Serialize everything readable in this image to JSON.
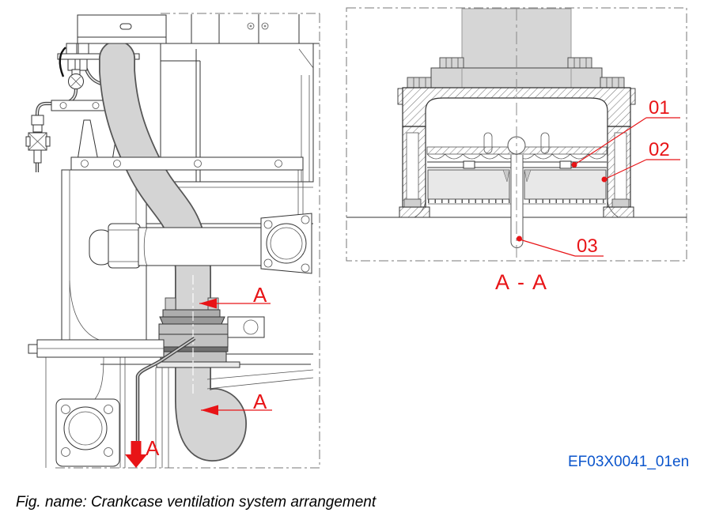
{
  "figure": {
    "caption": "Fig. name: Crankcase ventilation system arrangement",
    "drawing_code": "EF03X0041_01en"
  },
  "left_view": {
    "section_markers": [
      {
        "label": "A"
      },
      {
        "label": "A"
      },
      {
        "label": "A"
      }
    ]
  },
  "right_view": {
    "title": "A - A",
    "callouts": [
      {
        "label": "01"
      },
      {
        "label": "02"
      },
      {
        "label": "03"
      }
    ]
  },
  "colors": {
    "marker_red": "#e81417",
    "code_blue": "#0b55cc",
    "pipe_grey": "#d4d4d4",
    "line_color": "#333333",
    "background": "#ffffff"
  }
}
